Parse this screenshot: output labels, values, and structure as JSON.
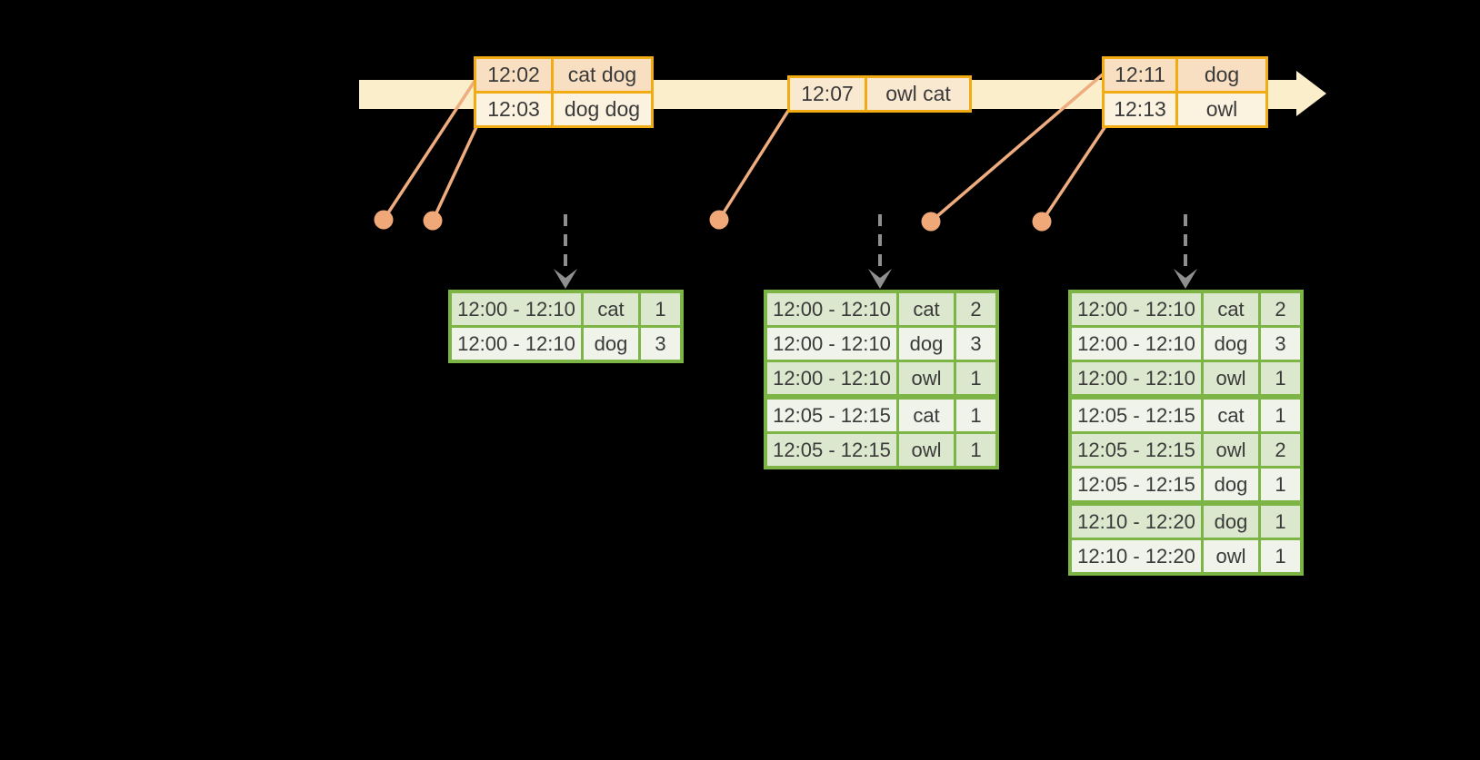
{
  "canvas": {
    "background": "#000000"
  },
  "timeline": {
    "bar_color": "#FBEFCB",
    "arrow_icon": "right-arrow",
    "event_tables": [
      {
        "rows": [
          {
            "time": "12:02",
            "words": "cat dog"
          },
          {
            "time": "12:03",
            "words": "dog dog"
          }
        ]
      },
      {
        "rows": [
          {
            "time": "12:07",
            "words": "owl cat"
          }
        ]
      },
      {
        "rows": [
          {
            "time": "12:11",
            "words": "dog"
          },
          {
            "time": "12:13",
            "words": "owl"
          }
        ]
      }
    ]
  },
  "connectors": {
    "dot_icon": "event-marker-dot",
    "dot_color": "#F0A878",
    "line_color": "#EFAC7E",
    "trigger_arrow_icon": "down-dashed-arrow",
    "trigger_arrow_color": "#8F8F8F"
  },
  "result_tables": [
    {
      "border_color": "#7CB446",
      "rows": [
        {
          "window": "12:00 - 12:10",
          "word": "cat",
          "count": "1"
        },
        {
          "window": "12:00 - 12:10",
          "word": "dog",
          "count": "3"
        }
      ]
    },
    {
      "border_color": "#7CB446",
      "rows": [
        {
          "window": "12:00 - 12:10",
          "word": "cat",
          "count": "2"
        },
        {
          "window": "12:00 - 12:10",
          "word": "dog",
          "count": "3"
        },
        {
          "window": "12:00 - 12:10",
          "word": "owl",
          "count": "1"
        },
        {
          "window": "12:05 - 12:15",
          "word": "cat",
          "count": "1"
        },
        {
          "window": "12:05 - 12:15",
          "word": "owl",
          "count": "1"
        }
      ]
    },
    {
      "border_color": "#7CB446",
      "rows": [
        {
          "window": "12:00 - 12:10",
          "word": "cat",
          "count": "2"
        },
        {
          "window": "12:00 - 12:10",
          "word": "dog",
          "count": "3"
        },
        {
          "window": "12:00 - 12:10",
          "word": "owl",
          "count": "1"
        },
        {
          "window": "12:05 - 12:15",
          "word": "cat",
          "count": "1"
        },
        {
          "window": "12:05 - 12:15",
          "word": "owl",
          "count": "2"
        },
        {
          "window": "12:05 - 12:15",
          "word": "dog",
          "count": "1"
        },
        {
          "window": "12:10 - 12:20",
          "word": "dog",
          "count": "1"
        },
        {
          "window": "12:10 - 12:20",
          "word": "owl",
          "count": "1"
        }
      ]
    }
  ]
}
